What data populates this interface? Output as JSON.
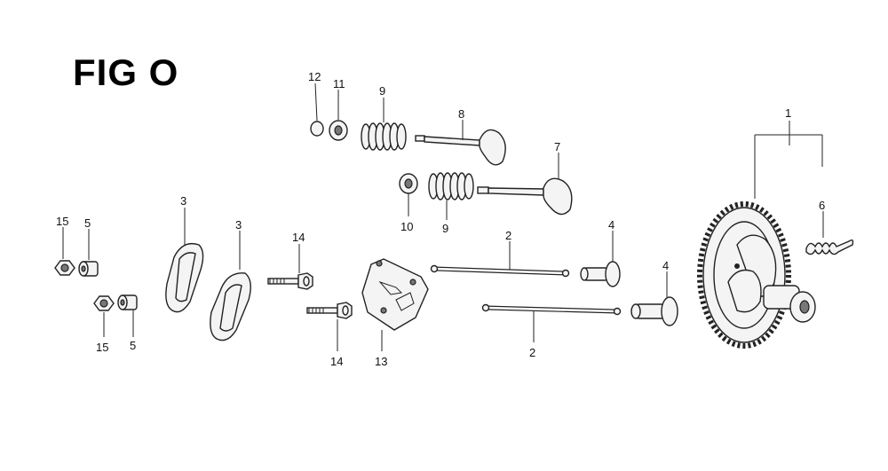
{
  "figure": {
    "title": "FIG O"
  },
  "callouts": {
    "c1": "1",
    "c2a": "2",
    "c2b": "2",
    "c3a": "3",
    "c3b": "3",
    "c4a": "4",
    "c4b": "4",
    "c5a": "5",
    "c5b": "5",
    "c6": "6",
    "c7": "7",
    "c8": "8",
    "c9a": "9",
    "c9b": "9",
    "c10": "10",
    "c11": "11",
    "c12": "12",
    "c13": "13",
    "c14a": "14",
    "c14b": "14",
    "c15a": "15",
    "c15b": "15"
  }
}
